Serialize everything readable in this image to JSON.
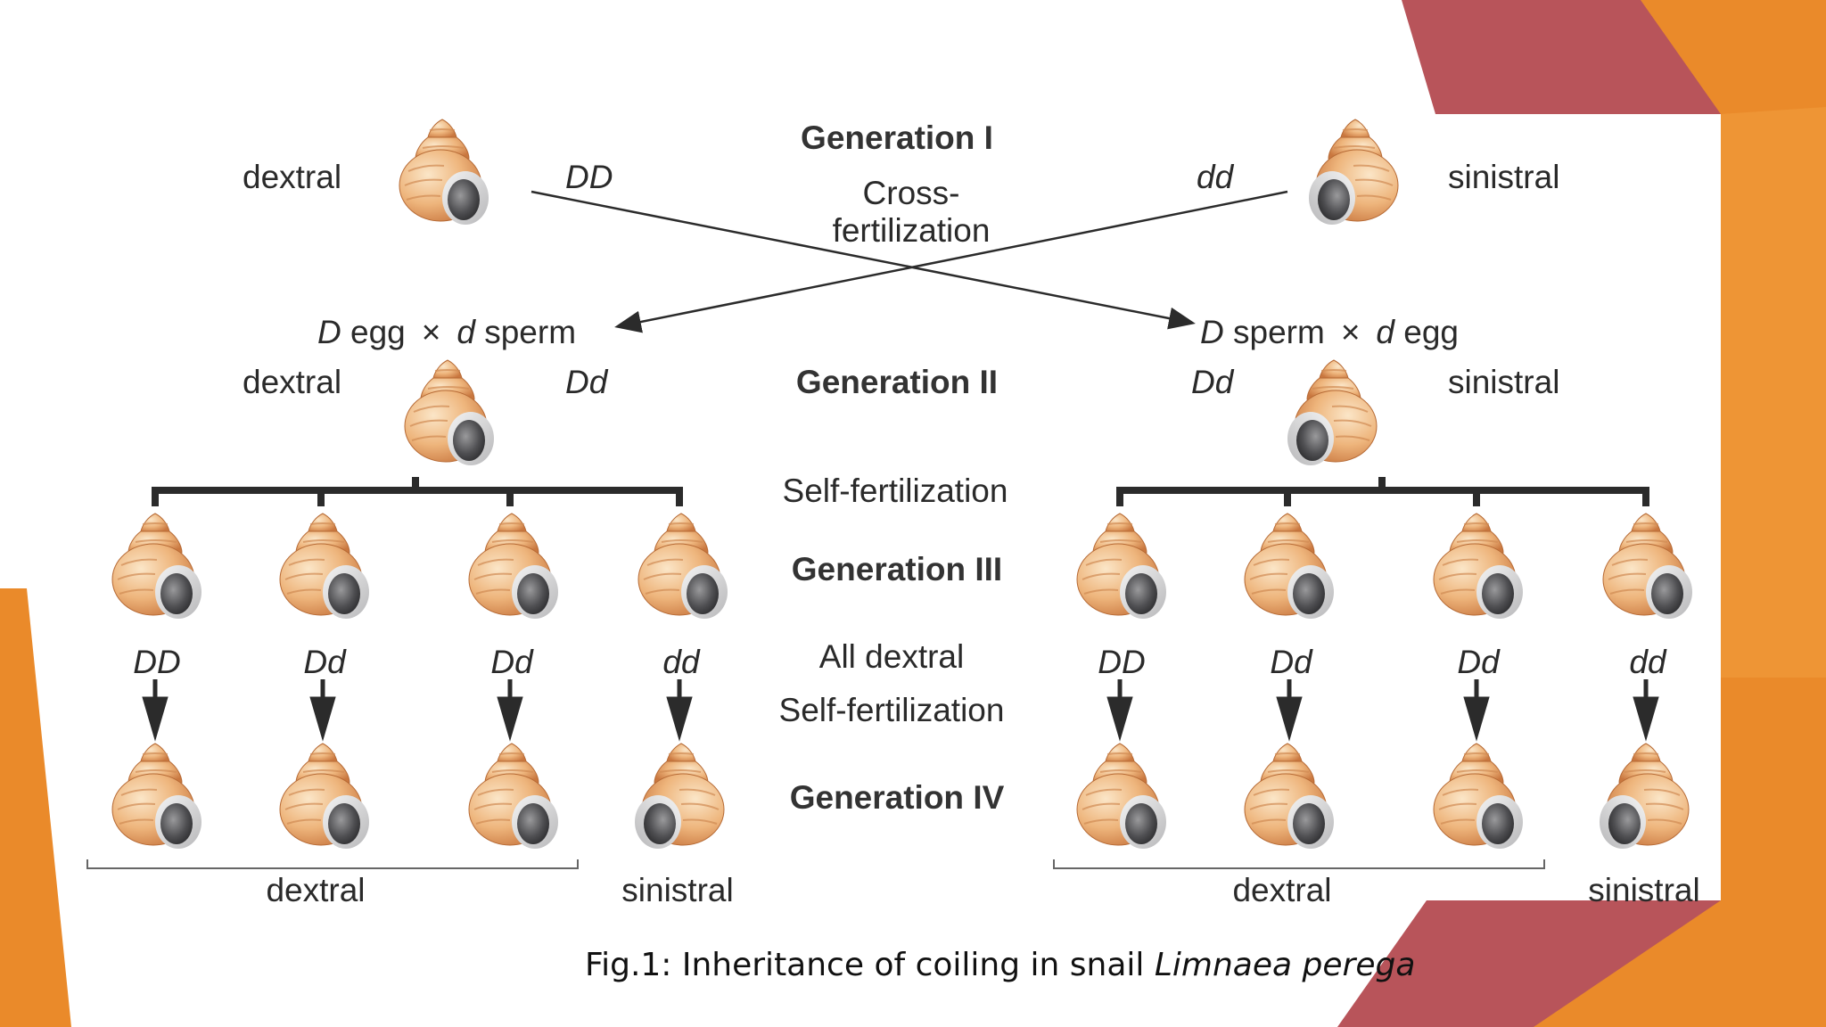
{
  "title": {
    "gen1": "Generation I",
    "gen2": "Generation II",
    "gen3": "Generation III",
    "gen4": "Generation IV"
  },
  "labels": {
    "dextral": "dextral",
    "sinistral": "sinistral",
    "cross1": "Cross-",
    "cross2": "fertilization",
    "self": "Self-fertilization",
    "all_dextral": "All dextral",
    "cross_left_a": "D",
    "cross_left_b": " egg",
    "cross_left_x": "×",
    "cross_left_c": "d",
    "cross_left_d": " sperm",
    "cross_right_a": "D",
    "cross_right_b": " sperm",
    "cross_right_x": "×",
    "cross_right_c": "d",
    "cross_right_d": " egg"
  },
  "genotypes": {
    "gen1_left": "DD",
    "gen1_right": "dd",
    "gen2_left": "Dd",
    "gen2_right": "Dd",
    "gen3_left": [
      "DD",
      "Dd",
      "Dd",
      "dd"
    ],
    "gen3_right": [
      "DD",
      "Dd",
      "Dd",
      "dd"
    ]
  },
  "caption": {
    "prefix": "Fig.1: Inheritance of coiling in snail ",
    "species": "Limnaea perega"
  },
  "colors": {
    "shell_light": "#f7d5ac",
    "shell_mid": "#e8a86c",
    "shell_dark": "#c9773f",
    "aperture": "#5a5a5c",
    "line": "#2b2b2b",
    "accent_orange": "#ea8a2a",
    "accent_red": "#b8545a"
  }
}
